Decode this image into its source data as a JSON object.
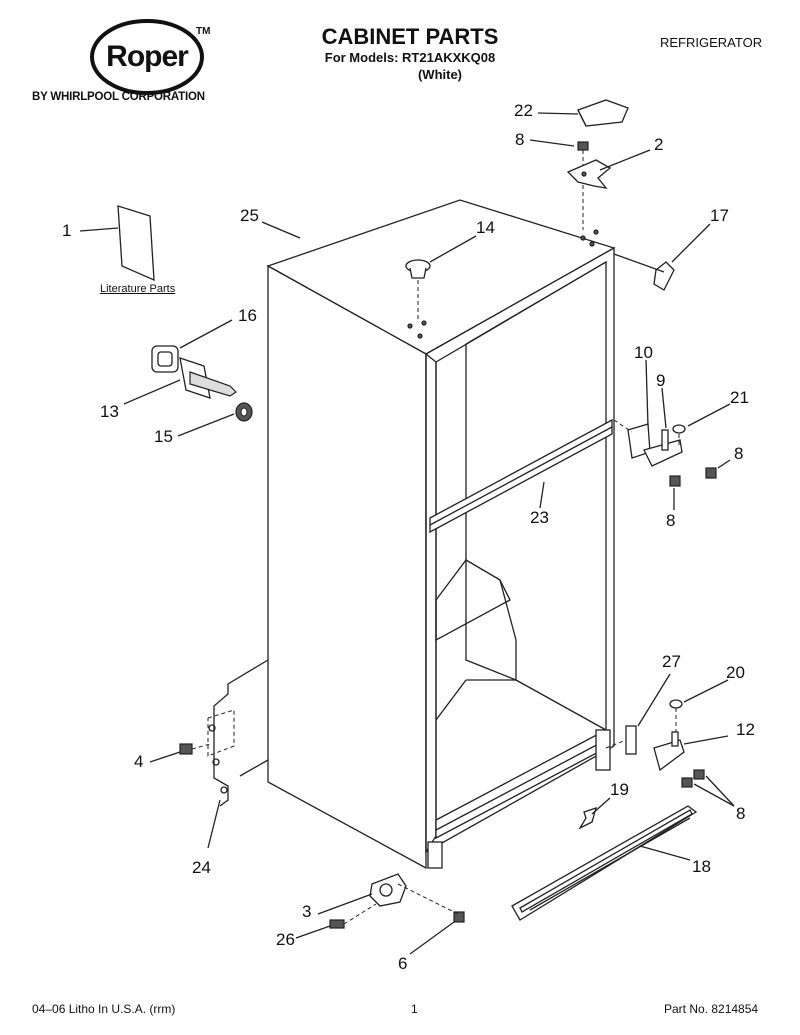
{
  "header": {
    "brand": "Roper",
    "trademark": "TM",
    "corporation": "BY WHIRLPOOL CORPORATION",
    "title": "CABINET PARTS",
    "models": "For Models: RT21AKXKQ08",
    "color": "(White)",
    "appliance": "REFRIGERATOR"
  },
  "literature_label": "Literature Parts",
  "callouts": [
    "1",
    "2",
    "3",
    "4",
    "6",
    "8",
    "8",
    "8",
    "8",
    "8",
    "9",
    "10",
    "12",
    "13",
    "14",
    "15",
    "16",
    "17",
    "18",
    "19",
    "20",
    "21",
    "22",
    "23",
    "24",
    "25",
    "26",
    "27"
  ],
  "footer": {
    "litho": "04–06 Litho In U.S.A. (rrm)",
    "page": "1",
    "part_no": "Part No. 8214854"
  }
}
